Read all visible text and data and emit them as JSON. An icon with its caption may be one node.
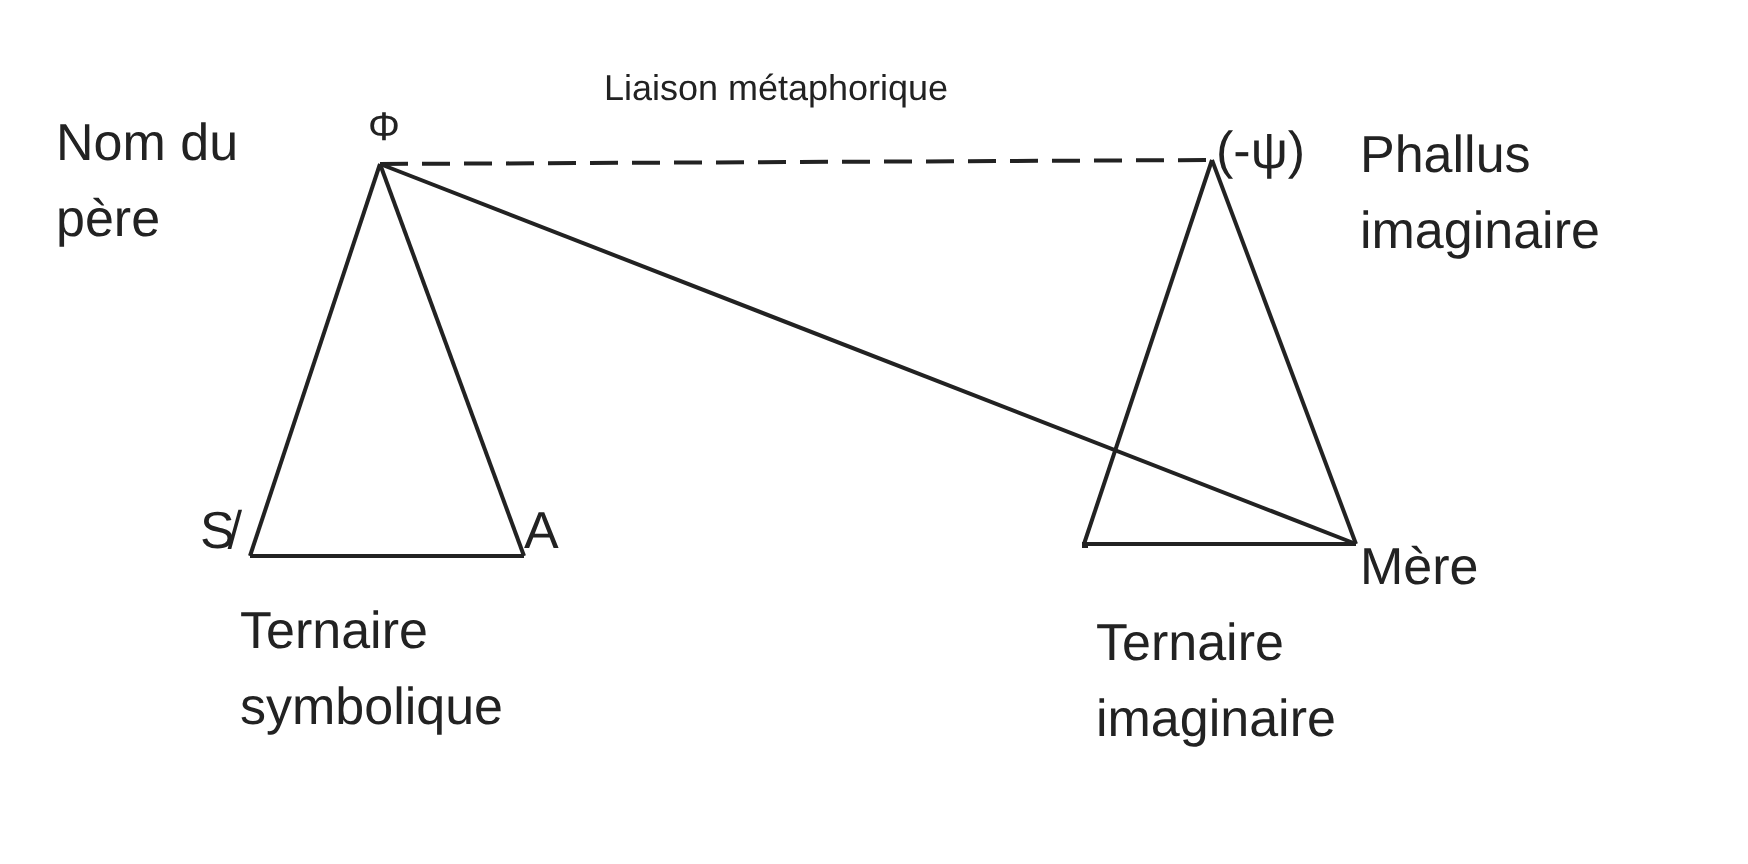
{
  "diagram": {
    "nodes": [
      {
        "text": [
          "Φ"
        ],
        "beside": [
          "Nom du père"
        ]
      },
      {
        "text": [
          "S̸"
        ]
      },
      {
        "text": [
          "A"
        ]
      },
      {
        "text": [
          "(-ψ)"
        ],
        "beside": [
          "Phallus imaginaire"
        ]
      },
      {
        "text": [
          "Mère"
        ]
      },
      {
        "text": [],
        "shape": "point"
      }
    ],
    "edges": [
      {
        "from": 0,
        "to": 3,
        "arrow": "none",
        "style": "dashed",
        "label": "Liaison métaphorique"
      },
      {
        "from": 0,
        "to": 1,
        "arrow": "none"
      },
      {
        "from": 0,
        "to": 2,
        "arrow": "none"
      },
      {
        "from": 1,
        "to": 2,
        "arrow": "none"
      },
      {
        "from": 0,
        "to": 4,
        "arrow": "none"
      },
      {
        "from": 3,
        "to": 5,
        "arrow": "none"
      },
      {
        "from": 3,
        "to": 4,
        "arrow": "none"
      },
      {
        "from": 5,
        "to": 4,
        "arrow": "none"
      }
    ],
    "labels": [
      "Ternaire symbolique",
      "Ternaire imaginaire"
    ]
  }
}
